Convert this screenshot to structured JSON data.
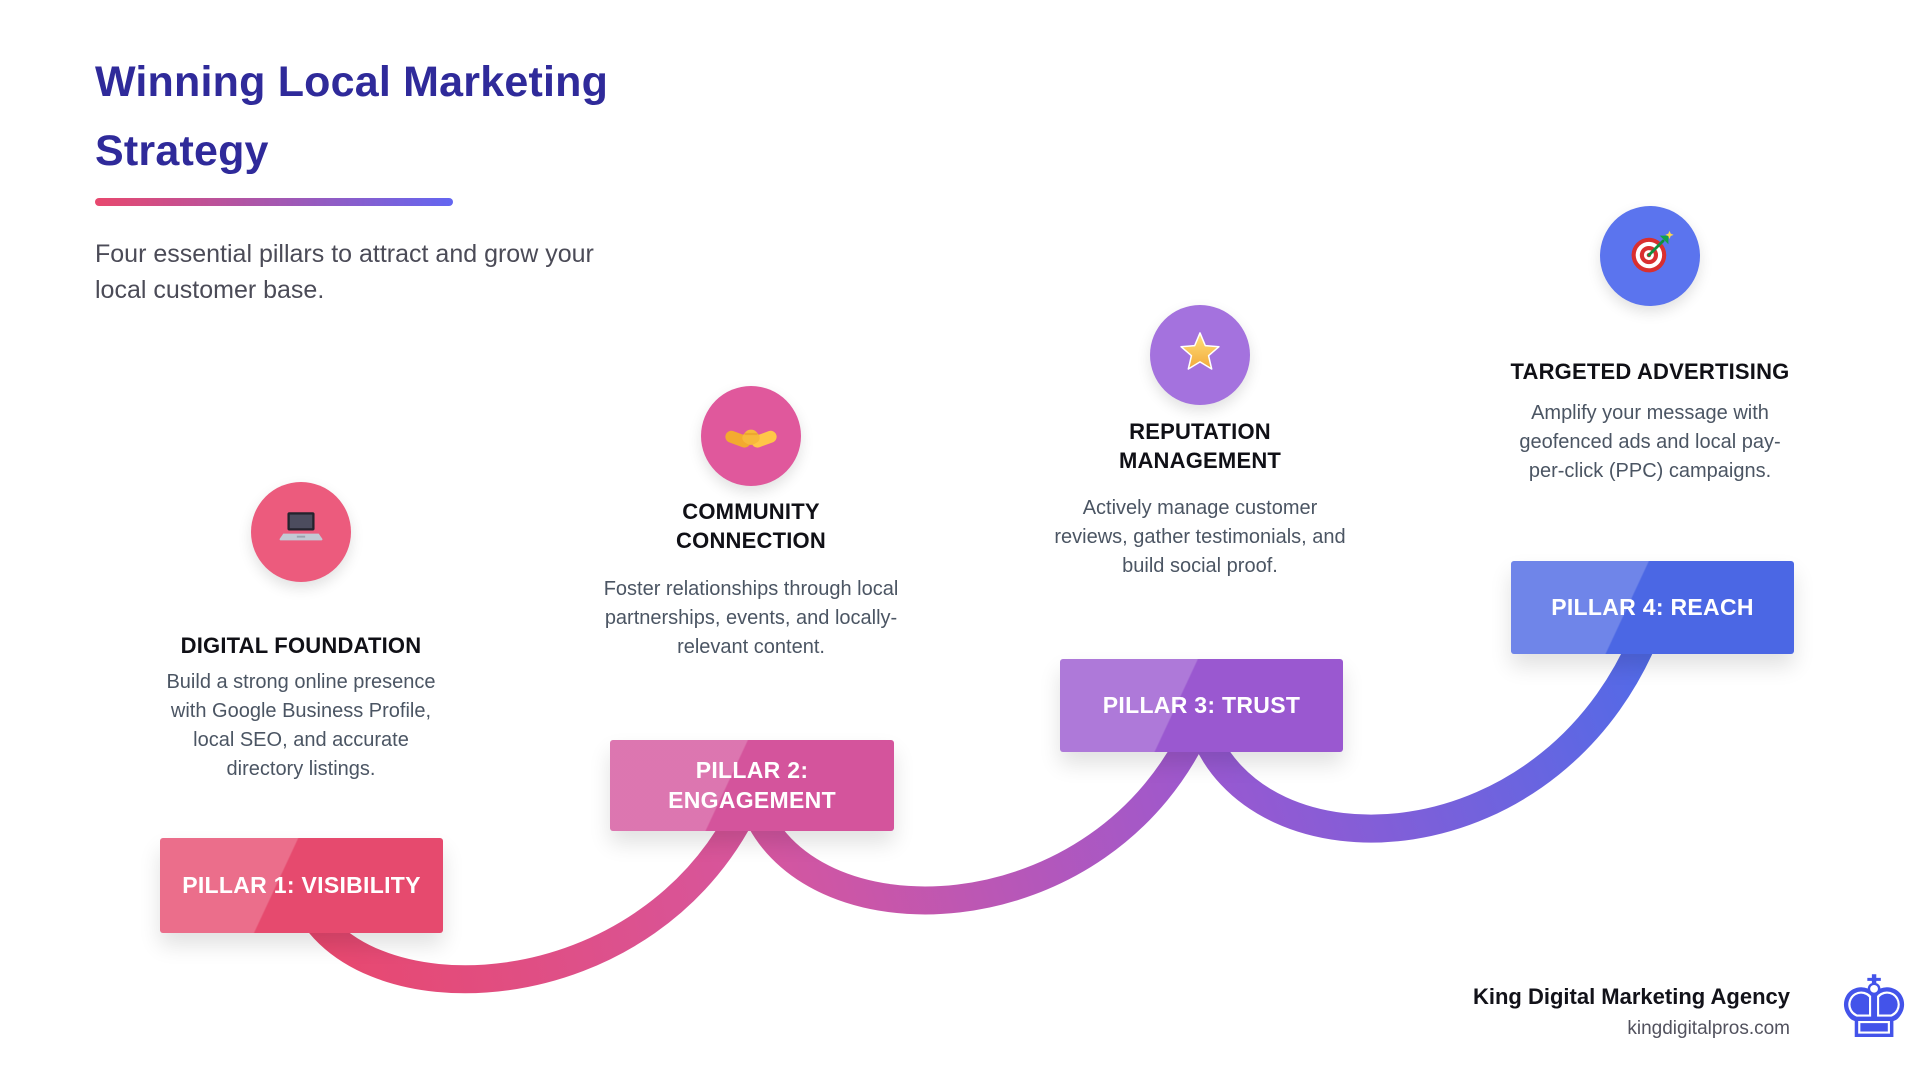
{
  "header": {
    "title": "Winning Local Marketing Strategy",
    "subtitle": "Four essential pillars to attract and grow your local customer base."
  },
  "pillars": [
    {
      "number": "1",
      "icon": "laptop-icon",
      "heading": "DIGITAL FOUNDATION",
      "description": "Build a strong online presence with Google Business Profile, local SEO, and accurate directory listings.",
      "label": "PILLAR 1: VISIBILITY",
      "box_color": "#e64a6e",
      "icon_bg": "#ec5b7d"
    },
    {
      "number": "2",
      "icon": "handshake-icon",
      "heading": "COMMUNITY CONNECTION",
      "description": "Foster relationships through local partnerships, events, and locally-relevant content.",
      "label": "PILLAR 2: ENGAGEMENT",
      "box_color": "#d4549c",
      "icon_bg": "#e0589c"
    },
    {
      "number": "3",
      "icon": "star-icon",
      "heading": "REPUTATION MANAGEMENT",
      "description": "Actively manage customer reviews, gather testimonials, and build social proof.",
      "label": "PILLAR 3: TRUST",
      "box_color": "#9a58d0",
      "icon_bg": "#a472de"
    },
    {
      "number": "4",
      "icon": "target-icon",
      "heading": "TARGETED ADVERTISING",
      "description": "Amplify your message with geofenced ads and local pay-per-click (PPC) campaigns.",
      "label": "PILLAR 4: REACH",
      "box_color": "#4b67e4",
      "icon_bg": "#5b74ee"
    }
  ],
  "footer": {
    "agency_name": "King Digital Marketing Agency",
    "website": "kingdigitalpros.com",
    "logo_icon": "chess-king-icon",
    "logo_glyph": "♚"
  },
  "colors": {
    "title": "#2f2a9a",
    "underline_start": "#e8486e",
    "underline_end": "#6366f1",
    "curve_pillar1": "#e8486e",
    "curve_pillar2": "#d6569e",
    "curve_pillar3": "#9a58d0",
    "curve_pillar4": "#4f6be8"
  }
}
